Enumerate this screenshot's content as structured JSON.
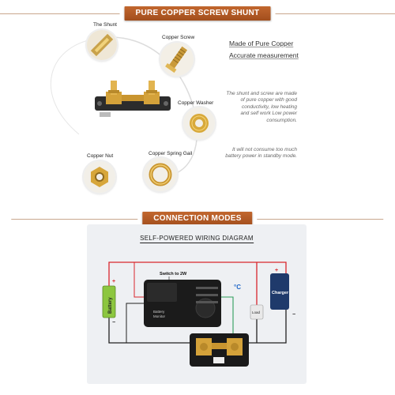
{
  "sections": {
    "top_title": "PURE COPPER SCREW SHUNT",
    "bottom_title": "CONNECTION MODES"
  },
  "parts": {
    "shunt": "The Shunt",
    "screw": "Copper Screw",
    "washer": "Copper Washer",
    "nut": "Copper Nut",
    "spring": "Copper Spring Gail"
  },
  "features": {
    "line1": "Made of Pure Copper",
    "line2": "Accurate measurement"
  },
  "description": {
    "lines": [
      "The shunt and screw are made",
      "of pure copper with good",
      "conductivity, low heating",
      "and self work Low power",
      "consumption."
    ],
    "standby": [
      "It will not consume too much",
      "battery power in standby mode."
    ]
  },
  "diagram": {
    "title": "SELF-POWERED WIRING DIAGRAM",
    "switch_label": "Switch to 2W",
    "battery": "Battery",
    "charger": "Charger",
    "load": "Load",
    "temp": "°C",
    "monitor_line1": "Battery",
    "monitor_line2": "Monitor",
    "plus": "+",
    "minus": "−"
  },
  "colors": {
    "banner": "#b55a23",
    "wire_positive": "#d9262c",
    "wire_negative": "#222222",
    "wire_temp": "#2e9e5b",
    "battery": "#8cc63f",
    "charger": "#1f3a6b",
    "brass": "#d4a23a"
  }
}
